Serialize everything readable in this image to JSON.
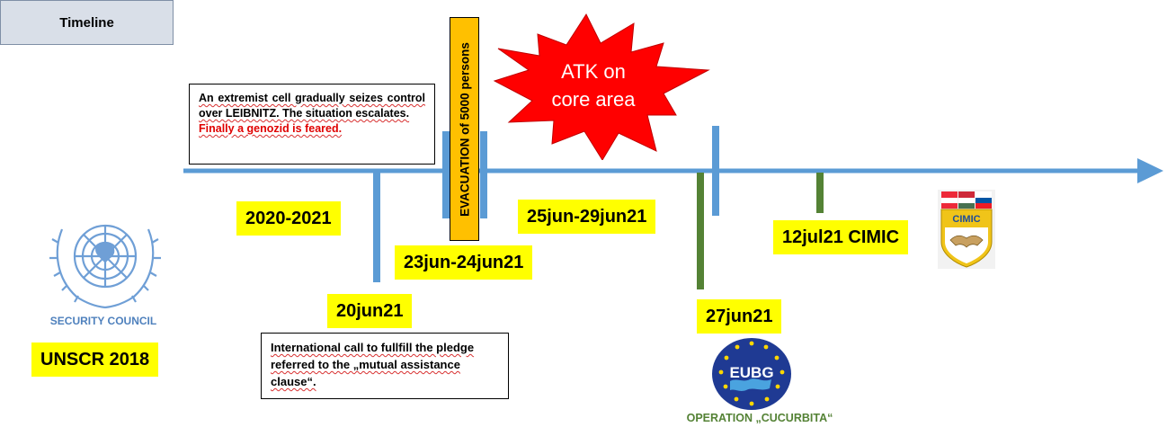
{
  "timeline": {
    "label": "Timeline",
    "colors": {
      "axis": "#5b9bd5",
      "marker_green": "#548235",
      "label_bg": "#ffff00",
      "evacuation_bg": "#ffc000",
      "burst": "#ff0000",
      "highlight_red": "#e00000"
    }
  },
  "un": {
    "caption": "SECURITY COUNCIL",
    "resolution": "UNSCR 2018"
  },
  "scenario_box": {
    "line1": "An extremist cell gradually seizes control over LEIBNITZ. The situation escalates.",
    "line2": "Finally  a genozid is feared."
  },
  "call_box": {
    "text": "International call to fullfill the pledge referred to the „mutual assistance clause“."
  },
  "evacuation": {
    "text": "EVACUATION of 5000 persons"
  },
  "attack": {
    "line1": "ATK on",
    "line2": "core area"
  },
  "dates": {
    "d2020": "2020-2021",
    "d20jun": "20jun21",
    "d23jun": "23jun-24jun21",
    "d25jun": "25jun-29jun21",
    "d27jun": "27jun21",
    "d12jul": "12jul21 CIMIC"
  },
  "eubg": {
    "logo_text": "EUBG",
    "operation": "OPERATION „CUCURBITA“"
  },
  "cimic": {
    "logo_text": "CIMIC"
  }
}
